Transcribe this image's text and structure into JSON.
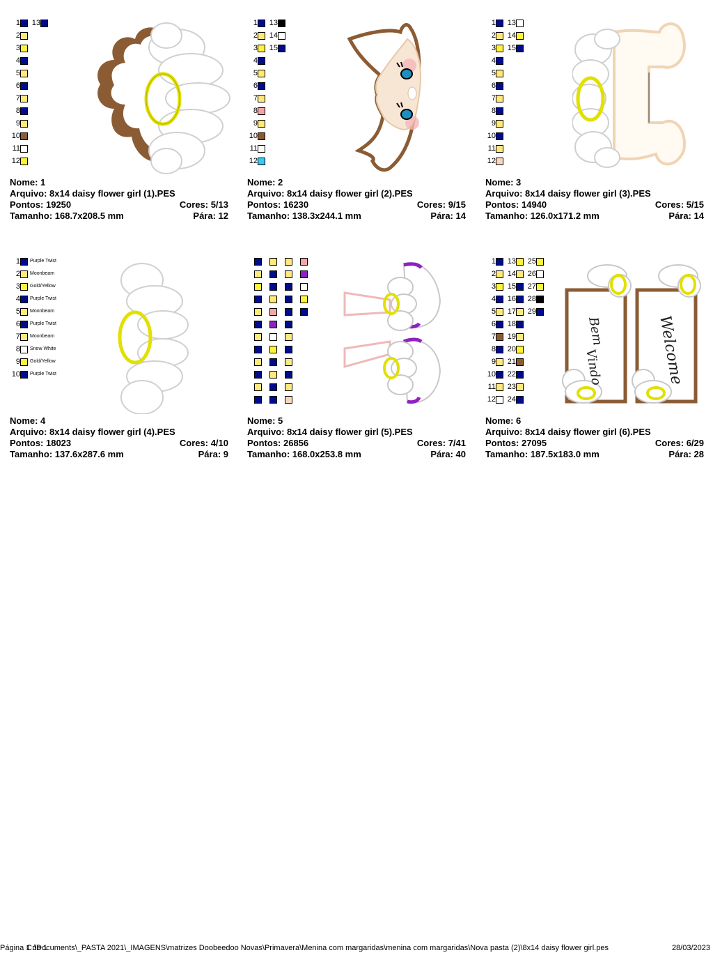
{
  "colors": {
    "navy": "#000c8c",
    "yellow": "#fff23a",
    "lightyellow": "#ffe87c",
    "brown": "#8b5c34",
    "white": "#ffffff",
    "black": "#000000",
    "pink": "#f4a6a6",
    "peach": "#f8d8c0",
    "cyan": "#40c8f0",
    "purple": "#9020c0"
  },
  "cards": [
    {
      "name": "Nome: 1",
      "file": "Arquivo: 8x14 daisy flower girl (1).PES",
      "points": "Pontos: 19250",
      "colors_count": "Cores: 5/13",
      "size": "Tamanho: 168.7x208.5 mm",
      "stops": "Pára: 12",
      "swatches": [
        {
          "n": "1",
          "c": "navy"
        },
        {
          "n": "2",
          "c": "lightyellow"
        },
        {
          "n": "3",
          "c": "yellow"
        },
        {
          "n": "4",
          "c": "navy"
        },
        {
          "n": "5",
          "c": "lightyellow"
        },
        {
          "n": "6",
          "c": "navy"
        },
        {
          "n": "7",
          "c": "lightyellow"
        },
        {
          "n": "8",
          "c": "navy"
        },
        {
          "n": "9",
          "c": "lightyellow"
        },
        {
          "n": "10",
          "c": "brown"
        },
        {
          "n": "11",
          "c": "white"
        },
        {
          "n": "12",
          "c": "yellow"
        },
        {
          "n": "13",
          "c": "navy"
        }
      ]
    },
    {
      "name": "Nome: 2",
      "file": "Arquivo: 8x14 daisy flower girl (2).PES",
      "points": "Pontos: 16230",
      "colors_count": "Cores: 9/15",
      "size": "Tamanho: 138.3x244.1 mm",
      "stops": "Pára: 14",
      "swatches": [
        {
          "n": "1",
          "c": "navy"
        },
        {
          "n": "2",
          "c": "lightyellow"
        },
        {
          "n": "3",
          "c": "yellow"
        },
        {
          "n": "4",
          "c": "navy"
        },
        {
          "n": "5",
          "c": "lightyellow"
        },
        {
          "n": "6",
          "c": "navy"
        },
        {
          "n": "7",
          "c": "lightyellow"
        },
        {
          "n": "8",
          "c": "pink"
        },
        {
          "n": "9",
          "c": "lightyellow"
        },
        {
          "n": "10",
          "c": "brown"
        },
        {
          "n": "11",
          "c": "white"
        },
        {
          "n": "12",
          "c": "cyan"
        },
        {
          "n": "13",
          "c": "black"
        },
        {
          "n": "14",
          "c": "white"
        },
        {
          "n": "15",
          "c": "navy"
        }
      ]
    },
    {
      "name": "Nome: 3",
      "file": "Arquivo: 8x14 daisy flower girl (3).PES",
      "points": "Pontos: 14940",
      "colors_count": "Cores: 5/15",
      "size": "Tamanho: 126.0x171.2 mm",
      "stops": "Pára: 14",
      "swatches": [
        {
          "n": "1",
          "c": "navy"
        },
        {
          "n": "2",
          "c": "lightyellow"
        },
        {
          "n": "3",
          "c": "yellow"
        },
        {
          "n": "4",
          "c": "navy"
        },
        {
          "n": "5",
          "c": "lightyellow"
        },
        {
          "n": "6",
          "c": "navy"
        },
        {
          "n": "7",
          "c": "lightyellow"
        },
        {
          "n": "8",
          "c": "navy"
        },
        {
          "n": "9",
          "c": "lightyellow"
        },
        {
          "n": "10",
          "c": "navy"
        },
        {
          "n": "11",
          "c": "lightyellow"
        },
        {
          "n": "12",
          "c": "peach"
        },
        {
          "n": "13",
          "c": "white"
        },
        {
          "n": "14",
          "c": "yellow"
        },
        {
          "n": "15",
          "c": "navy"
        }
      ]
    },
    {
      "name": "Nome: 4",
      "file": "Arquivo: 8x14 daisy flower girl (4).PES",
      "points": "Pontos: 18023",
      "colors_count": "Cores: 4/10",
      "size": "Tamanho: 137.6x287.6 mm",
      "stops": "Pára: 9",
      "swatches": [
        {
          "n": "1",
          "c": "navy",
          "label": "Purple Twist"
        },
        {
          "n": "2",
          "c": "lightyellow",
          "label": "Moonbeam"
        },
        {
          "n": "3",
          "c": "yellow",
          "label": "Gold/Yellow"
        },
        {
          "n": "4",
          "c": "navy",
          "label": "Purple Twist"
        },
        {
          "n": "5",
          "c": "lightyellow",
          "label": "Moonbeam"
        },
        {
          "n": "6",
          "c": "navy",
          "label": "Purple Twist"
        },
        {
          "n": "7",
          "c": "lightyellow",
          "label": "Moonbeam"
        },
        {
          "n": "8",
          "c": "white",
          "label": "Snow White"
        },
        {
          "n": "9",
          "c": "yellow",
          "label": "Gold/Yellow"
        },
        {
          "n": "10",
          "c": "navy",
          "label": "Purple Twist"
        }
      ]
    },
    {
      "name": "Nome: 5",
      "file": "Arquivo: 8x14 daisy flower girl (5).PES",
      "points": "Pontos: 26856",
      "colors_count": "Cores: 7/41",
      "size": "Tamanho: 168.0x253.8 mm",
      "stops": "Pára: 40",
      "columns": [
        [
          "navy",
          "lightyellow",
          "yellow",
          "navy",
          "lightyellow",
          "navy",
          "lightyellow",
          "navy",
          "lightyellow",
          "navy",
          "lightyellow",
          "navy"
        ],
        [
          "lightyellow",
          "navy",
          "navy",
          "lightyellow",
          "pink",
          "purple",
          "white",
          "yellow",
          "navy",
          "lightyellow",
          "navy",
          "navy"
        ],
        [
          "lightyellow",
          "lightyellow",
          "navy",
          "navy",
          "navy",
          "navy",
          "lightyellow",
          "navy",
          "lightyellow",
          "navy",
          "lightyellow",
          "peach"
        ],
        [
          "pink",
          "purple",
          "white",
          "yellow",
          "navy"
        ]
      ]
    },
    {
      "name": "Nome: 6",
      "file": "Arquivo: 8x14 daisy flower girl (6).PES",
      "points": "Pontos: 27095",
      "colors_count": "Cores: 6/29",
      "size": "Tamanho: 187.5x183.0 mm",
      "stops": "Pára: 28",
      "swatches": [
        {
          "n": "1",
          "c": "navy"
        },
        {
          "n": "2",
          "c": "lightyellow"
        },
        {
          "n": "3",
          "c": "yellow"
        },
        {
          "n": "4",
          "c": "navy"
        },
        {
          "n": "5",
          "c": "lightyellow"
        },
        {
          "n": "6",
          "c": "navy"
        },
        {
          "n": "7",
          "c": "brown"
        },
        {
          "n": "8",
          "c": "navy"
        },
        {
          "n": "9",
          "c": "lightyellow"
        },
        {
          "n": "10",
          "c": "navy"
        },
        {
          "n": "11",
          "c": "lightyellow"
        },
        {
          "n": "12",
          "c": "white"
        },
        {
          "n": "13",
          "c": "yellow"
        },
        {
          "n": "14",
          "c": "lightyellow"
        },
        {
          "n": "15",
          "c": "navy"
        },
        {
          "n": "16",
          "c": "navy"
        },
        {
          "n": "17",
          "c": "lightyellow"
        },
        {
          "n": "18",
          "c": "navy"
        },
        {
          "n": "19",
          "c": "lightyellow"
        },
        {
          "n": "20",
          "c": "yellow"
        },
        {
          "n": "21",
          "c": "brown"
        },
        {
          "n": "22",
          "c": "navy"
        },
        {
          "n": "23",
          "c": "lightyellow"
        },
        {
          "n": "24",
          "c": "navy"
        },
        {
          "n": "25",
          "c": "yellow"
        },
        {
          "n": "26",
          "c": "white"
        },
        {
          "n": "27",
          "c": "yellow"
        },
        {
          "n": "28",
          "c": "black"
        },
        {
          "n": "29",
          "c": "navy"
        }
      ],
      "sign_texts": [
        "Bem",
        "Vindo",
        "Welcome"
      ]
    }
  ],
  "footer": {
    "left": "Página 1 de 1",
    "path": "C:\\Documents\\_PASTA 2021\\_IMAGENS\\matrizes Doobeedoo Novas\\Primavera\\Menina com margaridas\\menina com margaridas\\Nova pasta (2)\\8x14 daisy flower girl.pes",
    "date": "28/03/2023"
  }
}
